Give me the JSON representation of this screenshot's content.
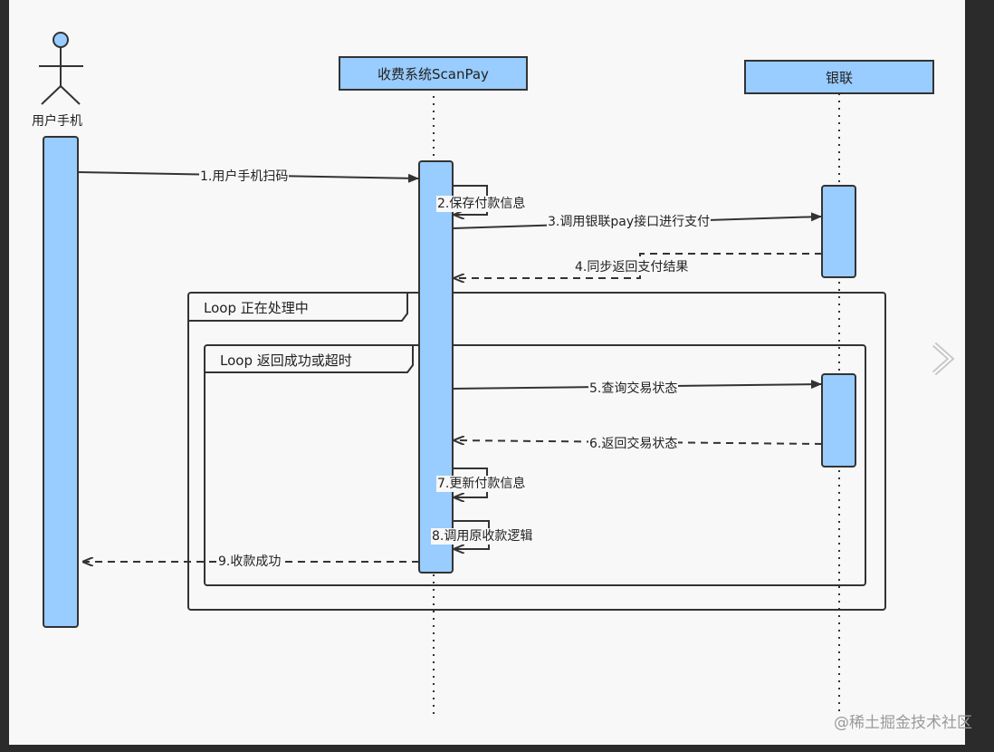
{
  "actor": {
    "name": "用户手机"
  },
  "participants": {
    "scanpay": "收费系统ScanPay",
    "unionpay": "银联"
  },
  "loops": {
    "outer": "Loop 正在处理中",
    "inner": "Loop 返回成功或超时"
  },
  "messages": [
    "1.用户手机扫码",
    "2.保存付款信息",
    "3.调用银联pay接口进行支付",
    "4.同步返回支付结果",
    "5.查询交易状态",
    "6.返回交易状态",
    "7.更新付款信息",
    "8.调用原收款逻辑",
    "9.收款成功"
  ],
  "watermark": "@稀土掘金技术社区",
  "colors": {
    "activation": "#99ccff",
    "stroke": "#333333",
    "background": "#f8f8f8"
  },
  "icons": {
    "actor": "stick-figure-icon",
    "next": "chevron-right-icon"
  }
}
